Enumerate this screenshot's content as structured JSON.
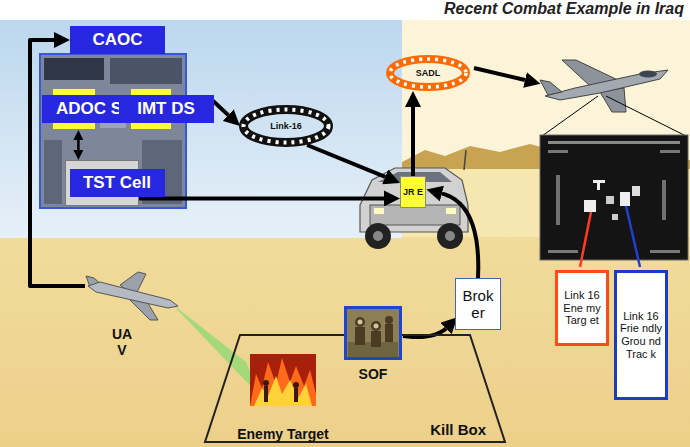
{
  "diagram": {
    "title": "Recent Combat Example in Iraq",
    "nodes": [
      {
        "text": [
          "CAOC"
        ]
      },
      {
        "text": [
          "ADOC S"
        ],
        "in": 0
      },
      {
        "text": [
          "IMT DS"
        ],
        "in": 0
      },
      {
        "text": [
          "TST Cell"
        ],
        "in": 0
      },
      {
        "text": [
          "Link-16"
        ]
      },
      {
        "text": [
          "SADL"
        ]
      },
      {
        "text": [
          "JR E"
        ]
      },
      {
        "text": [
          "Brok er"
        ]
      },
      {
        "text": [
          "Link 16 Ene my Targ et"
        ]
      },
      {
        "text": [
          "Link 16 Frie ndly Grou nd Trac k"
        ]
      },
      {
        "text": [
          "UA V"
        ]
      },
      {
        "text": [
          "Kill Box"
        ]
      },
      {
        "text": [
          "SOF"
        ],
        "in": 11
      },
      {
        "text": [
          "Enemy Target"
        ],
        "in": 11
      }
    ],
    "edges": [
      {
        "from": 10,
        "to": 0,
        "arrow": "to"
      },
      {
        "from": 1,
        "to": 3,
        "arrow": "both"
      },
      {
        "from": 2,
        "to": 4,
        "arrow": "to"
      },
      {
        "from": 3,
        "to": 6,
        "arrow": "to"
      },
      {
        "from": 4,
        "to": 6,
        "arrow": "to"
      },
      {
        "from": 6,
        "to": 5,
        "arrow": "to"
      },
      {
        "from": 12,
        "to": 7,
        "arrow": "to"
      },
      {
        "from": 7,
        "to": 6,
        "arrow": "to"
      }
    ]
  }
}
